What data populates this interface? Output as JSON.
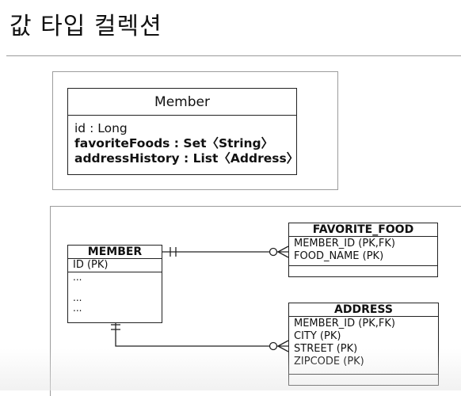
{
  "title": "값 타입 컬렉션",
  "class_diagram": {
    "name": "Member",
    "attributes": [
      "id : Long",
      "favoriteFoods : Set<String>",
      "addressHistory : List<Address>"
    ]
  },
  "erd": {
    "member": {
      "name": "MEMBER",
      "key": "ID (PK)",
      "rows": [
        "...",
        "",
        "...",
        "..."
      ]
    },
    "favorite_food": {
      "name": "FAVORITE_FOOD",
      "rows": [
        "MEMBER_ID (PK,FK)",
        "FOOD_NAME (PK)"
      ]
    },
    "address": {
      "name": "ADDRESS",
      "rows": [
        "MEMBER_ID (PK,FK)",
        "CITY (PK)",
        "STREET (PK)",
        "ZIPCODE (PK)"
      ]
    },
    "relationships": [
      {
        "from": "MEMBER",
        "to": "FAVORITE_FOOD",
        "from_cardinality": "one-and-only-one",
        "to_cardinality": "zero-or-many"
      },
      {
        "from": "MEMBER",
        "to": "ADDRESS",
        "from_cardinality": "one-and-only-one",
        "to_cardinality": "zero-or-many"
      }
    ]
  }
}
